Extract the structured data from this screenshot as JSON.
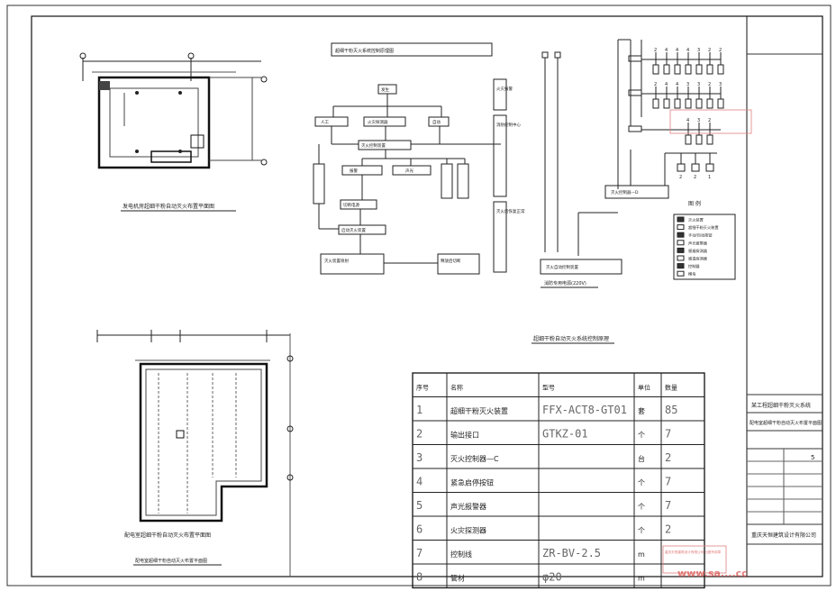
{
  "drawing": {
    "title_top": "超细干粉灭火系统控制原理图",
    "system_title": "超细干粉自动灭火系统控制原理",
    "plan1_caption": "发电机房超细干粉自动灭火布置平面图",
    "plan2_caption": "配电室超细干粉自动灭火布置平面图",
    "plan2_sub": "配电室超细干粉自动灭火布置平面图",
    "power_note": "消防专用电源(220V)"
  },
  "flow": {
    "box_start": "发生",
    "box_manual": "人工",
    "box_detector": "火灾探测器",
    "box_auto": "自动",
    "box_controller": "灭火控制装置",
    "box_alarm": "报警",
    "box_sound": "声光",
    "box_cut": "切断电源",
    "box_start_device": "启动灭火装置",
    "box_spray": "灭火装置喷射",
    "box_release": "释放后切断",
    "side_1": "火灾报警",
    "side_2": "消防控制中心",
    "side_3": "灭火后恢复正常"
  },
  "legend": {
    "title": "图 例",
    "items": [
      "灭火装置",
      "超细干粉灭火装置",
      "手动/自动按钮",
      "声光报警器",
      "感烟探测器",
      "感温探测器",
      "控制器",
      "模块"
    ]
  },
  "riser": {
    "controller_label": "灭火控制器—D",
    "power_box": "灭火自动控制装置",
    "counts_row1": [
      "2",
      "4",
      "4",
      "4",
      "3",
      "2",
      "2"
    ],
    "counts_row2": [
      "2",
      "4",
      "4",
      "3",
      "3",
      "2",
      "3"
    ],
    "counts_row3": [
      "4",
      "3",
      "2"
    ],
    "counts_row4": [
      "2",
      "2",
      "1"
    ]
  },
  "table": {
    "headers": [
      "序号",
      "名称",
      "型号",
      "单位",
      "数量"
    ],
    "rows": [
      [
        "1",
        "超细干粉灭火装置",
        "FFX-ACT8-GT01",
        "套",
        "85"
      ],
      [
        "2",
        "输出接口",
        "GTKZ-01",
        "个",
        "7"
      ],
      [
        "3",
        "灭火控制器—C",
        "",
        "台",
        "2"
      ],
      [
        "4",
        "紧急启停按钮",
        "",
        "个",
        "7"
      ],
      [
        "5",
        "声光报警器",
        "",
        "个",
        "7"
      ],
      [
        "6",
        "火灾探测器",
        "",
        "个",
        "2"
      ],
      [
        "7",
        "控制线",
        "ZR-BV-2.5",
        "m",
        ""
      ],
      [
        "8",
        "管材",
        "φ20",
        "m",
        ""
      ]
    ]
  },
  "title_block": {
    "project": "某工程超细干粉灭火系统",
    "drawing_name": "配电室超细干粉自动灭火布置平面图",
    "sheet_no": "5",
    "company": "重庆天恒建筑设计有限公司"
  },
  "watermark": {
    "text": "www.sa....cc",
    "stamp": "重庆天恒建筑设计有限公司 出图专用章"
  }
}
